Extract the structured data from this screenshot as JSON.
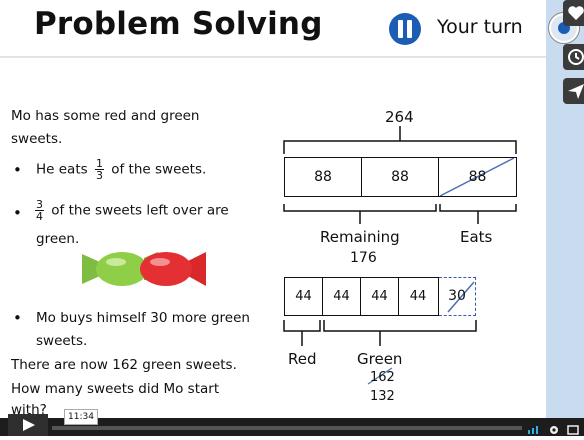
{
  "header": {
    "title": "Problem Solving",
    "turn_label": "Your turn"
  },
  "problem": {
    "intro_line1": "Mo has some red and green",
    "intro_line2": "sweets.",
    "bullet1_pre": "He eats",
    "bullet1_frac_num": "1",
    "bullet1_frac_den": "3",
    "bullet1_post": "of the sweets.",
    "bullet2_frac_num": "3",
    "bullet2_frac_den": "4",
    "bullet2_line1": "of the sweets left over are",
    "bullet2_line2": "green.",
    "bullet3_line1": "Mo buys himself 30 more green",
    "bullet3_line2": "sweets.",
    "q_line1": "There are now 162 green sweets.",
    "q_line2": "How many sweets did Mo start",
    "q_line3": "with?",
    "bullet_char": "•"
  },
  "bar_model": {
    "total": "264",
    "top_cells": [
      "88",
      "88",
      "88"
    ],
    "remaining_label": "Remaining",
    "remaining_value": "176",
    "eats_label": "Eats",
    "bottom_cells": [
      "44",
      "44",
      "44",
      "44"
    ],
    "extra_cell": "30",
    "red_label": "Red",
    "green_label": "Green",
    "green_crossed": "162",
    "green_value": "132"
  },
  "player": {
    "timestamp": "11:34"
  },
  "colors": {
    "accent_blue": "#1b5cb5",
    "cross_line": "#4a6fb5",
    "side_panel": "#c9dbef"
  }
}
